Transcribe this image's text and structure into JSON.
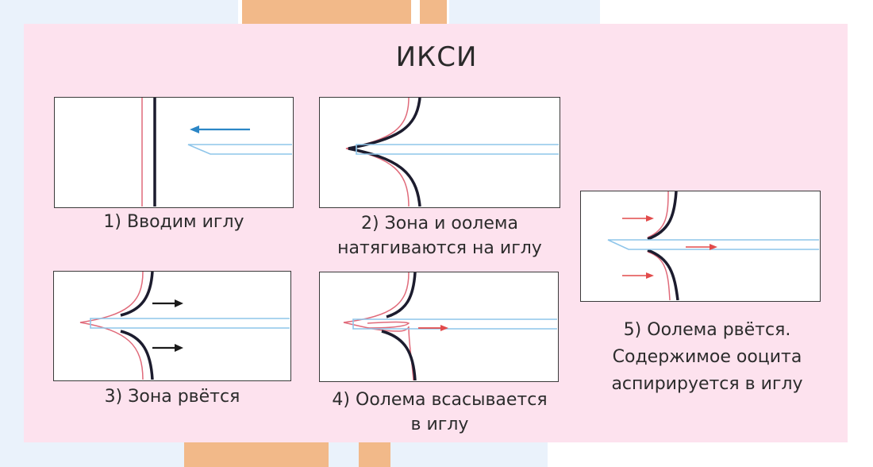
{
  "title": "ИКСИ",
  "steps": [
    {
      "num": "1)",
      "caption": "Вводим иглу"
    },
    {
      "num": "2)",
      "caption_line1": "Зона и оолема",
      "caption_line2": "натягиваются на иглу"
    },
    {
      "num": "3)",
      "caption": "Зона рвётся"
    },
    {
      "num": "4)",
      "caption_line1": "Оолема всасывается",
      "caption_line2": "в иглу"
    },
    {
      "num": "5)",
      "caption_line1": "Оолема рвётся.",
      "caption_line2": "Содержимое ооцита",
      "caption_line3": "аспирируется в иглу"
    }
  ],
  "colors": {
    "card": "#fde2ee",
    "zona": "#1c1c2e",
    "oolemma": "#e06a7a",
    "needle": "#8ec5ea",
    "arrow_blue": "#2b86c6",
    "arrow_red": "#e24b4b",
    "arrow_black": "#1a1a1a"
  }
}
